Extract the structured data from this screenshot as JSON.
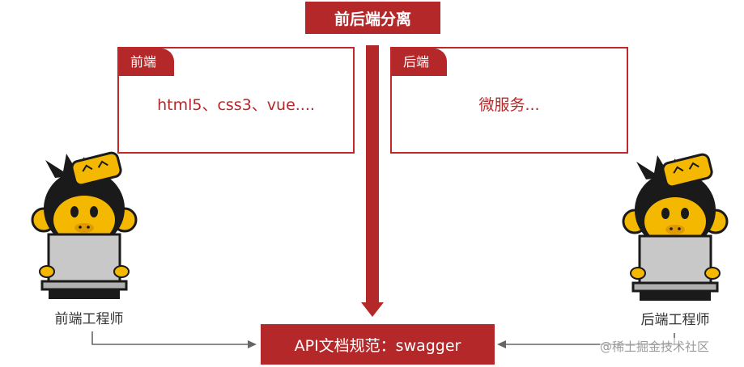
{
  "title": "前后端分离",
  "frontend": {
    "tag": "前端",
    "content": "html5、css3、vue...."
  },
  "backend": {
    "tag": "后端",
    "content": "微服务..."
  },
  "bottom_box": "API文档规范：swagger",
  "roles": {
    "left": "前端工程师",
    "right": "后端工程师"
  },
  "watermark": "@稀土掘金技术社区",
  "colors": {
    "accent": "#b5282a",
    "mascot_yellow": "#f5b800",
    "mascot_dark": "#1a1a1a",
    "laptop": "#c8c8c8"
  },
  "icons": [
    "monkey-mascot-icon",
    "laptop-icon"
  ]
}
